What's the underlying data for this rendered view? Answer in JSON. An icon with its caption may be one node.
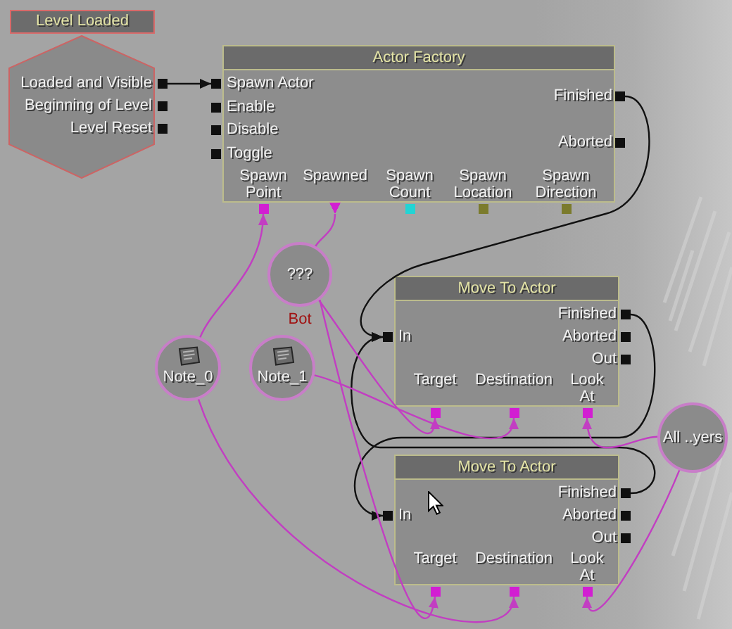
{
  "diagram": {
    "nodes": [
      {
        "text": [
          "Level Loaded"
        ]
      },
      {
        "text": [
          "Loaded and Visible"
        ],
        "in": 0
      },
      {
        "text": [
          "Beginning of Level"
        ],
        "in": 0
      },
      {
        "text": [
          "Level Reset"
        ],
        "in": 0
      },
      {
        "text": [
          "Actor Factory"
        ]
      },
      {
        "text": [
          "Spawn Actor"
        ],
        "in": 4
      },
      {
        "text": [
          "Enable"
        ],
        "in": 4
      },
      {
        "text": [
          "Disable"
        ],
        "in": 4
      },
      {
        "text": [
          "Toggle"
        ],
        "in": 4
      },
      {
        "text": [
          "Finished"
        ],
        "in": 4
      },
      {
        "text": [
          "Aborted"
        ],
        "in": 4
      },
      {
        "text": [
          "Spawn Point"
        ],
        "in": 4
      },
      {
        "text": [
          "Spawned"
        ],
        "in": 4
      },
      {
        "text": [
          "Spawn Count"
        ],
        "in": 4
      },
      {
        "text": [
          "Spawn Location"
        ],
        "in": 4
      },
      {
        "text": [
          "Spawn Direction"
        ],
        "in": 4
      },
      {
        "text": [
          "???"
        ],
        "beside": [
          "Bot"
        ]
      },
      {
        "text": [
          "Note_0"
        ]
      },
      {
        "text": [
          "Note_1"
        ]
      },
      {
        "text": [
          "Move To Actor"
        ]
      },
      {
        "text": [
          "In"
        ],
        "in": 19
      },
      {
        "text": [
          "Finished"
        ],
        "in": 19
      },
      {
        "text": [
          "Aborted"
        ],
        "in": 19
      },
      {
        "text": [
          "Out"
        ],
        "in": 19
      },
      {
        "text": [
          "Target"
        ],
        "in": 19
      },
      {
        "text": [
          "Destination"
        ],
        "in": 19
      },
      {
        "text": [
          "Look At"
        ],
        "in": 19
      },
      {
        "text": [
          "All ..yers"
        ]
      },
      {
        "text": [
          "Move To Actor"
        ]
      },
      {
        "text": [
          "In"
        ],
        "in": 28
      },
      {
        "text": [
          "Finished"
        ],
        "in": 28
      },
      {
        "text": [
          "Aborted"
        ],
        "in": 28
      },
      {
        "text": [
          "Out"
        ],
        "in": 28
      },
      {
        "text": [
          "Target"
        ],
        "in": 28
      },
      {
        "text": [
          "Destination"
        ],
        "in": 28
      },
      {
        "text": [
          "Look At"
        ],
        "in": 28
      }
    ],
    "edges": [
      {
        "from": 1,
        "to": 5,
        "arrow": "to",
        "color": "#111111"
      },
      {
        "from": 9,
        "to": 20,
        "arrow": "to",
        "color": "#111111"
      },
      {
        "from": 21,
        "to": 29,
        "arrow": "to",
        "color": "#111111"
      },
      {
        "from": 30,
        "to": 20,
        "arrow": "to",
        "color": "#111111"
      },
      {
        "from": 17,
        "to": 11,
        "arrow": "to"
      },
      {
        "from": 12,
        "to": 16,
        "arrow": "none"
      },
      {
        "from": 16,
        "to": 24,
        "arrow": "to"
      },
      {
        "from": 16,
        "to": 33,
        "arrow": "to"
      },
      {
        "from": 18,
        "to": 25,
        "arrow": "to"
      },
      {
        "from": 17,
        "to": 34,
        "arrow": "to"
      },
      {
        "from": 27,
        "to": 26,
        "arrow": "to"
      },
      {
        "from": 27,
        "to": 35,
        "arrow": "to"
      }
    ]
  }
}
